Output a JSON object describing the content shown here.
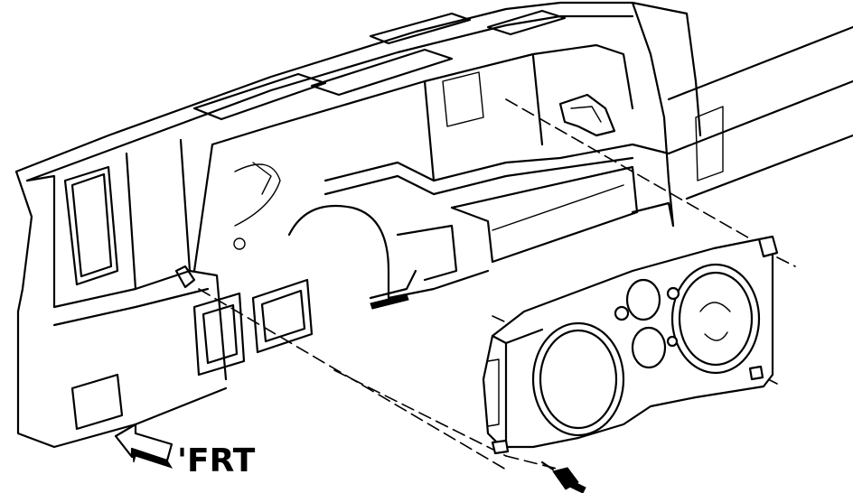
{
  "diagram": {
    "direction_label": "'FRT",
    "ink_color": "#000000",
    "paper_color": "#ffffff",
    "parts": [
      "instrument-panel-carrier",
      "instrument-cluster",
      "cluster-screw",
      "front-arrow"
    ]
  }
}
